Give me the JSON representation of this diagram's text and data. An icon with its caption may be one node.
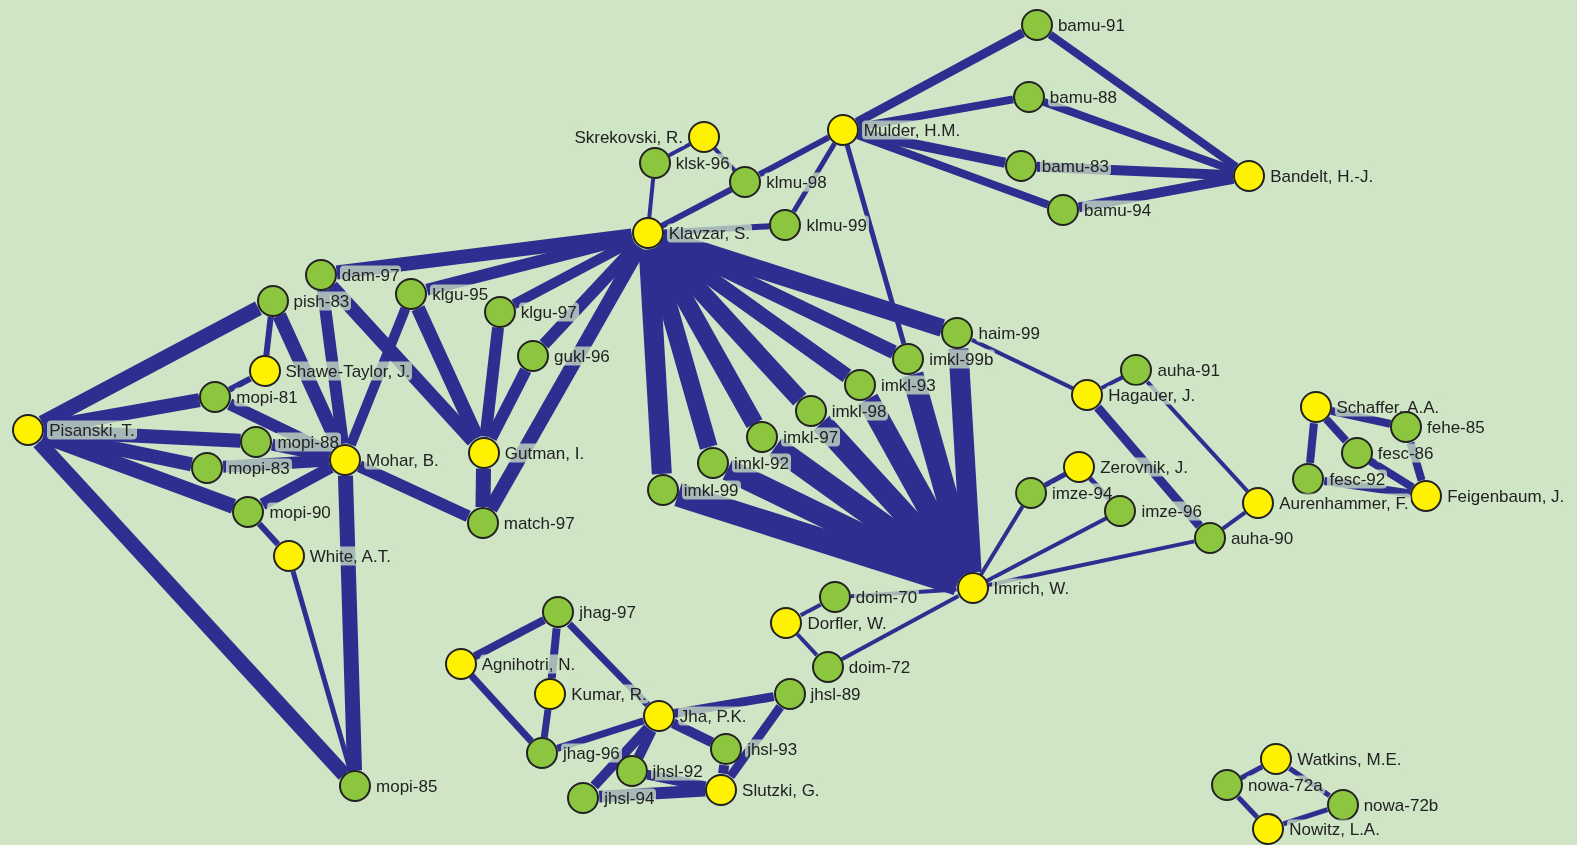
{
  "diagram": {
    "nodes": [
      {
        "text": [],
        "shape": "circle",
        "beside": [
          "bamu-91"
        ]
      },
      {
        "text": [],
        "shape": "circle",
        "beside": [
          "bamu-88"
        ]
      },
      {
        "text": [],
        "shape": "circle",
        "beside": [
          "Skrekovski, R."
        ]
      },
      {
        "text": [],
        "shape": "circle",
        "beside": [
          "Mulder, H.M."
        ]
      },
      {
        "text": [],
        "shape": "circle",
        "beside": [
          "klsk-96"
        ]
      },
      {
        "text": [],
        "shape": "circle",
        "beside": [
          "bamu-83"
        ]
      },
      {
        "text": [],
        "shape": "circle",
        "beside": [
          "Bandelt, H.-J."
        ]
      },
      {
        "text": [],
        "shape": "circle",
        "beside": [
          "klmu-98"
        ]
      },
      {
        "text": [],
        "shape": "circle",
        "beside": [
          "bamu-94"
        ]
      },
      {
        "text": [],
        "shape": "circle",
        "beside": [
          "klmu-99"
        ]
      },
      {
        "text": [],
        "shape": "circle",
        "beside": [
          "Klavzar, S."
        ]
      },
      {
        "text": [],
        "shape": "circle",
        "beside": [
          "dam-97"
        ]
      },
      {
        "text": [],
        "shape": "circle",
        "beside": [
          "klgu-95"
        ]
      },
      {
        "text": [],
        "shape": "circle",
        "beside": [
          "pish-83"
        ]
      },
      {
        "text": [],
        "shape": "circle",
        "beside": [
          "klgu-97"
        ]
      },
      {
        "text": [],
        "shape": "circle",
        "beside": [
          "haim-99"
        ]
      },
      {
        "text": [],
        "shape": "circle",
        "beside": [
          "imkl-99b"
        ]
      },
      {
        "text": [],
        "shape": "circle",
        "beside": [
          "gukl-96"
        ]
      },
      {
        "text": [],
        "shape": "circle",
        "beside": [
          "Shawe-Taylor, J."
        ]
      },
      {
        "text": [],
        "shape": "circle",
        "beside": [
          "auha-91"
        ]
      },
      {
        "text": [],
        "shape": "circle",
        "beside": [
          "imkl-93"
        ]
      },
      {
        "text": [],
        "shape": "circle",
        "beside": [
          "Hagauer, J."
        ]
      },
      {
        "text": [],
        "shape": "circle",
        "beside": [
          "mopi-81"
        ]
      },
      {
        "text": [],
        "shape": "circle",
        "beside": [
          "Schaffer, A.A."
        ]
      },
      {
        "text": [],
        "shape": "circle",
        "beside": [
          "imkl-98"
        ]
      },
      {
        "text": [],
        "shape": "circle",
        "beside": [
          "fehe-85"
        ]
      },
      {
        "text": [],
        "shape": "circle",
        "beside": [
          "Pisanski, T."
        ]
      },
      {
        "text": [],
        "shape": "circle",
        "beside": [
          "imkl-97"
        ]
      },
      {
        "text": [],
        "shape": "circle",
        "beside": [
          "mopi-88"
        ]
      },
      {
        "text": [],
        "shape": "circle",
        "beside": [
          "fesc-86"
        ]
      },
      {
        "text": [],
        "shape": "circle",
        "beside": [
          "Gutman, I."
        ]
      },
      {
        "text": [],
        "shape": "circle",
        "beside": [
          "Mohar, B."
        ]
      },
      {
        "text": [],
        "shape": "circle",
        "beside": [
          "imkl-92"
        ]
      },
      {
        "text": [],
        "shape": "circle",
        "beside": [
          "Zerovnik, J."
        ]
      },
      {
        "text": [],
        "shape": "circle",
        "beside": [
          "mopi-83"
        ]
      },
      {
        "text": [],
        "shape": "circle",
        "beside": [
          "fesc-92"
        ]
      },
      {
        "text": [],
        "shape": "circle",
        "beside": [
          "imkl-99"
        ]
      },
      {
        "text": [],
        "shape": "circle",
        "beside": [
          "imze-94"
        ]
      },
      {
        "text": [],
        "shape": "circle",
        "beside": [
          "Feigenbaum, J."
        ]
      },
      {
        "text": [],
        "shape": "circle",
        "beside": [
          "Aurenhammer, F."
        ]
      },
      {
        "text": [],
        "shape": "circle",
        "beside": [
          "mopi-90"
        ]
      },
      {
        "text": [],
        "shape": "circle",
        "beside": [
          "imze-96"
        ]
      },
      {
        "text": [],
        "shape": "circle",
        "beside": [
          "match-97"
        ]
      },
      {
        "text": [],
        "shape": "circle",
        "beside": [
          "auha-90"
        ]
      },
      {
        "text": [],
        "shape": "circle",
        "beside": [
          "White, A.T."
        ]
      },
      {
        "text": [],
        "shape": "circle",
        "beside": [
          "Imrich, W."
        ]
      },
      {
        "text": [],
        "shape": "circle",
        "beside": [
          "doim-70"
        ]
      },
      {
        "text": [],
        "shape": "circle",
        "beside": [
          "jhag-97"
        ]
      },
      {
        "text": [],
        "shape": "circle",
        "beside": [
          "Dorfler, W."
        ]
      },
      {
        "text": [],
        "shape": "circle",
        "beside": [
          "Agnihotri, N."
        ]
      },
      {
        "text": [],
        "shape": "circle",
        "beside": [
          "doim-72"
        ]
      },
      {
        "text": [],
        "shape": "circle",
        "beside": [
          "Kumar, R."
        ]
      },
      {
        "text": [],
        "shape": "circle",
        "beside": [
          "jhsl-89"
        ]
      },
      {
        "text": [],
        "shape": "circle",
        "beside": [
          "Jha, P.K."
        ]
      },
      {
        "text": [],
        "shape": "circle",
        "beside": [
          "jhsl-93"
        ]
      },
      {
        "text": [],
        "shape": "circle",
        "beside": [
          "jhag-96"
        ]
      },
      {
        "text": [],
        "shape": "circle",
        "beside": [
          "Watkins, M.E."
        ]
      },
      {
        "text": [],
        "shape": "circle",
        "beside": [
          "jhsl-92"
        ]
      },
      {
        "text": [],
        "shape": "circle",
        "beside": [
          "mopi-85"
        ]
      },
      {
        "text": [],
        "shape": "circle",
        "beside": [
          "Slutzki, G."
        ]
      },
      {
        "text": [],
        "shape": "circle",
        "beside": [
          "nowa-72a"
        ]
      },
      {
        "text": [],
        "shape": "circle",
        "beside": [
          "jhsl-94"
        ]
      },
      {
        "text": [],
        "shape": "circle",
        "beside": [
          "nowa-72b"
        ]
      },
      {
        "text": [],
        "shape": "circle",
        "beside": [
          "Nowitz, L.A."
        ]
      }
    ],
    "edges": [
      {
        "from": 3,
        "to": 0,
        "arrow": "none"
      },
      {
        "from": 3,
        "to": 1,
        "arrow": "none"
      },
      {
        "from": 3,
        "to": 5,
        "arrow": "none"
      },
      {
        "from": 3,
        "to": 8,
        "arrow": "none"
      },
      {
        "from": 6,
        "to": 0,
        "arrow": "none"
      },
      {
        "from": 6,
        "to": 1,
        "arrow": "none"
      },
      {
        "from": 6,
        "to": 5,
        "arrow": "none"
      },
      {
        "from": 6,
        "to": 8,
        "arrow": "none"
      },
      {
        "from": 3,
        "to": 7,
        "arrow": "none"
      },
      {
        "from": 10,
        "to": 7,
        "arrow": "none"
      },
      {
        "from": 3,
        "to": 9,
        "arrow": "none"
      },
      {
        "from": 10,
        "to": 9,
        "arrow": "none"
      },
      {
        "from": 3,
        "to": 16,
        "arrow": "none"
      },
      {
        "from": 2,
        "to": 4,
        "arrow": "none"
      },
      {
        "from": 2,
        "to": 7,
        "arrow": "none"
      },
      {
        "from": 10,
        "to": 4,
        "arrow": "none"
      },
      {
        "from": 10,
        "to": 11,
        "arrow": "none"
      },
      {
        "from": 10,
        "to": 12,
        "arrow": "none"
      },
      {
        "from": 10,
        "to": 14,
        "arrow": "none"
      },
      {
        "from": 10,
        "to": 17,
        "arrow": "none"
      },
      {
        "from": 10,
        "to": 42,
        "arrow": "none"
      },
      {
        "from": 10,
        "to": 15,
        "arrow": "none",
        "style": "thick"
      },
      {
        "from": 10,
        "to": 16,
        "arrow": "none"
      },
      {
        "from": 10,
        "to": 20,
        "arrow": "none"
      },
      {
        "from": 10,
        "to": 24,
        "arrow": "none",
        "style": "thick"
      },
      {
        "from": 10,
        "to": 27,
        "arrow": "none",
        "style": "thick"
      },
      {
        "from": 10,
        "to": 32,
        "arrow": "none",
        "style": "thick"
      },
      {
        "from": 10,
        "to": 36,
        "arrow": "none",
        "style": "thick"
      },
      {
        "from": 45,
        "to": 36,
        "arrow": "none",
        "style": "thick"
      },
      {
        "from": 45,
        "to": 32,
        "arrow": "none",
        "style": "thick"
      },
      {
        "from": 45,
        "to": 27,
        "arrow": "none",
        "style": "thick"
      },
      {
        "from": 45,
        "to": 24,
        "arrow": "none",
        "style": "thick"
      },
      {
        "from": 45,
        "to": 20,
        "arrow": "none",
        "style": "thick"
      },
      {
        "from": 45,
        "to": 16,
        "arrow": "none",
        "style": "thick"
      },
      {
        "from": 45,
        "to": 15,
        "arrow": "none",
        "style": "thick"
      },
      {
        "from": 45,
        "to": 37,
        "arrow": "none"
      },
      {
        "from": 45,
        "to": 41,
        "arrow": "none"
      },
      {
        "from": 45,
        "to": 43,
        "arrow": "none"
      },
      {
        "from": 45,
        "to": 46,
        "arrow": "none"
      },
      {
        "from": 45,
        "to": 50,
        "arrow": "none"
      },
      {
        "from": 30,
        "to": 11,
        "arrow": "none"
      },
      {
        "from": 30,
        "to": 12,
        "arrow": "none"
      },
      {
        "from": 30,
        "to": 14,
        "arrow": "none"
      },
      {
        "from": 30,
        "to": 17,
        "arrow": "none"
      },
      {
        "from": 30,
        "to": 42,
        "arrow": "none"
      },
      {
        "from": 31,
        "to": 13,
        "arrow": "none"
      },
      {
        "from": 31,
        "to": 11,
        "arrow": "none"
      },
      {
        "from": 31,
        "to": 12,
        "arrow": "none"
      },
      {
        "from": 31,
        "to": 22,
        "arrow": "none"
      },
      {
        "from": 31,
        "to": 28,
        "arrow": "none"
      },
      {
        "from": 31,
        "to": 34,
        "arrow": "none"
      },
      {
        "from": 31,
        "to": 40,
        "arrow": "none"
      },
      {
        "from": 31,
        "to": 42,
        "arrow": "none"
      },
      {
        "from": 31,
        "to": 58,
        "arrow": "none"
      },
      {
        "from": 26,
        "to": 13,
        "arrow": "none"
      },
      {
        "from": 26,
        "to": 22,
        "arrow": "none"
      },
      {
        "from": 26,
        "to": 28,
        "arrow": "none"
      },
      {
        "from": 26,
        "to": 34,
        "arrow": "none"
      },
      {
        "from": 26,
        "to": 40,
        "arrow": "none"
      },
      {
        "from": 26,
        "to": 58,
        "arrow": "none"
      },
      {
        "from": 18,
        "to": 13,
        "arrow": "none"
      },
      {
        "from": 18,
        "to": 22,
        "arrow": "none"
      },
      {
        "from": 44,
        "to": 40,
        "arrow": "none"
      },
      {
        "from": 44,
        "to": 58,
        "arrow": "none"
      },
      {
        "from": 33,
        "to": 37,
        "arrow": "none"
      },
      {
        "from": 33,
        "to": 41,
        "arrow": "none"
      },
      {
        "from": 21,
        "to": 15,
        "arrow": "none"
      },
      {
        "from": 21,
        "to": 19,
        "arrow": "none"
      },
      {
        "from": 21,
        "to": 43,
        "arrow": "none"
      },
      {
        "from": 39,
        "to": 19,
        "arrow": "none"
      },
      {
        "from": 39,
        "to": 43,
        "arrow": "none"
      },
      {
        "from": 48,
        "to": 46,
        "arrow": "none"
      },
      {
        "from": 48,
        "to": 50,
        "arrow": "none"
      },
      {
        "from": 23,
        "to": 25,
        "arrow": "none"
      },
      {
        "from": 23,
        "to": 29,
        "arrow": "none"
      },
      {
        "from": 23,
        "to": 35,
        "arrow": "none"
      },
      {
        "from": 38,
        "to": 25,
        "arrow": "none"
      },
      {
        "from": 38,
        "to": 29,
        "arrow": "none"
      },
      {
        "from": 38,
        "to": 35,
        "arrow": "none"
      },
      {
        "from": 49,
        "to": 47,
        "arrow": "none"
      },
      {
        "from": 49,
        "to": 55,
        "arrow": "none"
      },
      {
        "from": 51,
        "to": 47,
        "arrow": "none"
      },
      {
        "from": 51,
        "to": 55,
        "arrow": "none"
      },
      {
        "from": 53,
        "to": 47,
        "arrow": "none"
      },
      {
        "from": 53,
        "to": 55,
        "arrow": "none"
      },
      {
        "from": 53,
        "to": 52,
        "arrow": "none"
      },
      {
        "from": 53,
        "to": 54,
        "arrow": "none"
      },
      {
        "from": 53,
        "to": 57,
        "arrow": "none"
      },
      {
        "from": 53,
        "to": 61,
        "arrow": "none"
      },
      {
        "from": 59,
        "to": 52,
        "arrow": "none"
      },
      {
        "from": 59,
        "to": 54,
        "arrow": "none"
      },
      {
        "from": 59,
        "to": 57,
        "arrow": "none"
      },
      {
        "from": 59,
        "to": 61,
        "arrow": "none"
      },
      {
        "from": 56,
        "to": 60,
        "arrow": "none"
      },
      {
        "from": 56,
        "to": 62,
        "arrow": "none"
      },
      {
        "from": 63,
        "to": 60,
        "arrow": "none"
      },
      {
        "from": 63,
        "to": 62,
        "arrow": "none"
      }
    ]
  }
}
